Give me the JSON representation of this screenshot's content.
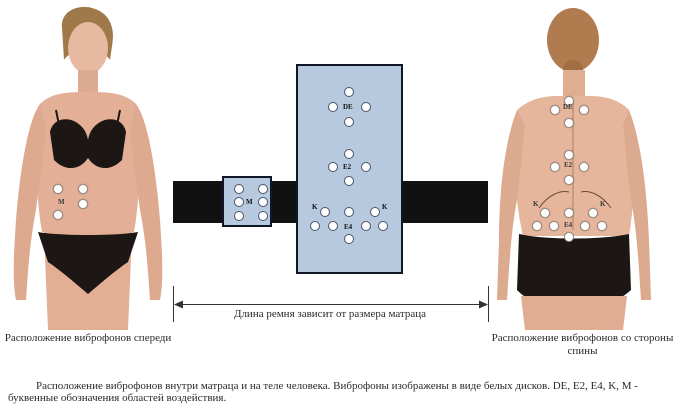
{
  "labels": {
    "DE": "DE",
    "E2": "E2",
    "E4": "E4",
    "K": "K",
    "M": "M"
  },
  "captions": {
    "front": "Расположение виброфонов спереди",
    "back": "Расположение виброфонов со стороны спины",
    "belt_length": "Длина ремня зависит от размера матраца",
    "note": "Расположение виброфонов внутри матраца и на теле человека. Виброфоны изображены в виде белых дисков. DE, E2, E4, K, M - буквенные обозначения областей воздействия."
  },
  "colors": {
    "pad_fill": "#b7c9df",
    "pad_border": "#101828",
    "belt": "#111111",
    "vibrophone": "#ffffff"
  }
}
